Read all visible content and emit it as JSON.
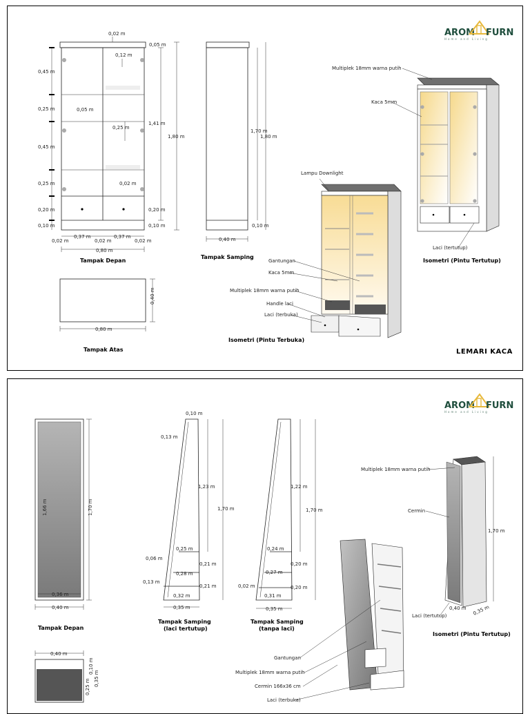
{
  "brand": {
    "left": "AROM",
    "right": "FURN",
    "tagline": "Home and Living"
  },
  "colors": {
    "brand": "#1f4e3d",
    "accent": "#e7b83a",
    "glass_warm": "#fbe9b5",
    "panel_top": "#6f6f6f"
  },
  "sheet1": {
    "sheet_title": "LEMARI KACA",
    "front": {
      "title": "Tampak Depan",
      "d_top": "0,02 m",
      "d_top2": "0,05 m",
      "d_shelf_gap": "0,12 m",
      "d_h1": "0,45 m",
      "d_h2": "0,25 m",
      "d_h3": "0,45 m",
      "d_h4": "0,25 m",
      "d_h5": "0,20 m",
      "d_h6": "0,10 m",
      "d_inner1": "0,05 m",
      "d_inner2": "0,25 m",
      "d_inner3": "0,02 m",
      "d_r141": "1,41 m",
      "d_r180": "1,80 m",
      "d_r020": "0,20 m",
      "d_r010": "0,10 m",
      "d_b1": "0,02 m",
      "d_b2": "0,37 m",
      "d_b3": "0,02 m",
      "d_b4": "0,37 m",
      "d_b5": "0,02 m",
      "d_total": "0,80 m"
    },
    "side": {
      "title": "Tampak Samping",
      "d_h170": "1,70 m",
      "d_h180": "1,80 m",
      "d_h010": "0,10 m",
      "d_w": "0,40 m"
    },
    "top": {
      "title": "Tampak Atas",
      "d_w": "0,80 m",
      "d_d": "0,40 m"
    },
    "iso_open": {
      "title": "Isometri (Pintu Terbuka)",
      "labels": [
        "Lampu Downlight",
        "Gantungan",
        "Kaca 5mm",
        "Multiplek 18mm warna putih",
        "Handle laci",
        "Laci (terbuka)"
      ]
    },
    "iso_closed": {
      "title": "Isometri (Pintu Tertutup)",
      "labels": [
        "Multiplek 18mm warna putih",
        "Kaca 5mm",
        "Laci (tertutup)"
      ]
    }
  },
  "sheet2": {
    "front": {
      "title": "Tampak Depan",
      "d_h166": "1,66 m",
      "d_h170": "1,70 m",
      "d_w036": "0,36 m",
      "d_w040": "0,40 m"
    },
    "top": {
      "d_w": "0,40 m",
      "d_10": "0,10 m",
      "d_25": "0,25 m",
      "d_35": "0,35 m"
    },
    "side_closed": {
      "title_l1": "Tampak Samping",
      "title_l2": "(laci tertutup)",
      "d_top": "0,10 m",
      "d_013a": "0,13 m",
      "d_123": "1,23 m",
      "d_170": "1,70 m",
      "d_025": "0,25 m",
      "d_006": "0,06 m",
      "d_021a": "0,21 m",
      "d_028": "0,28 m",
      "d_021b": "0,21 m",
      "d_013b": "0,13 m",
      "d_032": "0,32 m",
      "d_035": "0,35 m"
    },
    "side_open": {
      "title_l1": "Tampak Samping",
      "title_l2": "(tanpa laci)",
      "d_122": "1,22 m",
      "d_170": "1,70 m",
      "d_024": "0,24 m",
      "d_020a": "0,20 m",
      "d_027": "0,27 m",
      "d_020b": "0,20 m",
      "d_002": "0,02 m",
      "d_031": "0,31 m",
      "d_035": "0,35 m"
    },
    "iso_open": {
      "labels": [
        "Gantungan",
        "Multiplek 18mm warna putih",
        "Cermin 166x36 cm",
        "Laci (terbuka)"
      ]
    },
    "iso_closed": {
      "title": "Isometri (Pintu Tertutup)",
      "labels": [
        "Multiplek 18mm warna putih",
        "Cermin",
        "Laci (tertutup)"
      ],
      "d_h": "1,70 m",
      "d_w": "0,40 m",
      "d_d": "0,35 m"
    }
  }
}
